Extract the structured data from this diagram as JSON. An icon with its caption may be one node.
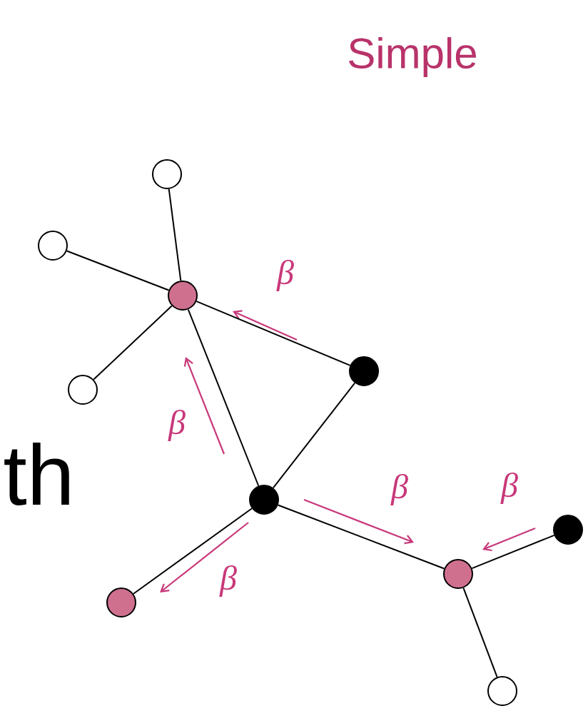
{
  "diagram": {
    "title": "Simple",
    "nodes": [
      {
        "text": [],
        "shape": "circle"
      },
      {
        "text": [],
        "shape": "circle"
      },
      {
        "text": [],
        "shape": "circle"
      },
      {
        "text": [],
        "shape": "circle"
      },
      {
        "text": [],
        "shape": "circle"
      },
      {
        "text": [],
        "shape": "circle"
      },
      {
        "text": [],
        "shape": "circle"
      },
      {
        "text": [],
        "shape": "circle"
      },
      {
        "text": [],
        "shape": "circle"
      },
      {
        "text": [],
        "shape": "circle"
      }
    ],
    "edges": [
      {
        "from": 0,
        "to": 2,
        "arrow": "none"
      },
      {
        "from": 1,
        "to": 2,
        "arrow": "none"
      },
      {
        "from": 3,
        "to": 2,
        "arrow": "none"
      },
      {
        "from": 2,
        "to": 4,
        "arrow": "none"
      },
      {
        "from": 2,
        "to": 5,
        "arrow": "none"
      },
      {
        "from": 4,
        "to": 5,
        "arrow": "none"
      },
      {
        "from": 5,
        "to": 6,
        "arrow": "none"
      },
      {
        "from": 5,
        "to": 7,
        "arrow": "none"
      },
      {
        "from": 7,
        "to": 8,
        "arrow": "none"
      },
      {
        "from": 7,
        "to": 9,
        "arrow": "none"
      }
    ],
    "labels": [
      "β",
      "β",
      "th",
      "β",
      "β",
      "β"
    ]
  }
}
